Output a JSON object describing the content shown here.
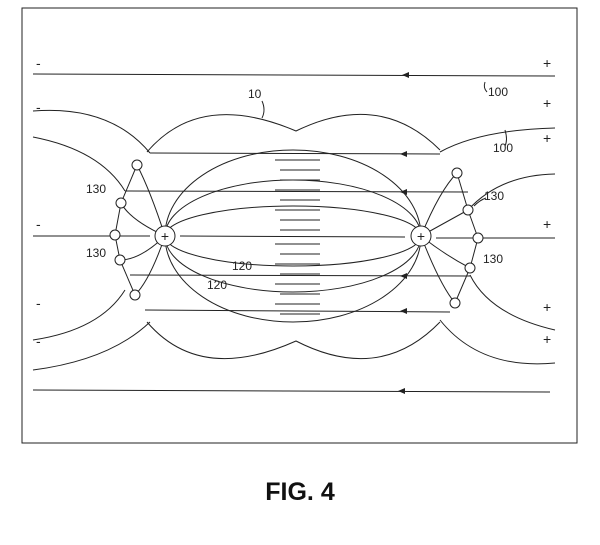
{
  "figure": {
    "caption": "FIG. 4",
    "labels": {
      "boundary": "10",
      "field_line_a": "100",
      "field_line_b": "100",
      "particle_1": "130",
      "particle_2": "130",
      "particle_3": "130",
      "particle_4": "130",
      "inner_line_a": "120",
      "inner_line_b": "120"
    },
    "signs": {
      "minus": "-",
      "plus": "+"
    }
  }
}
